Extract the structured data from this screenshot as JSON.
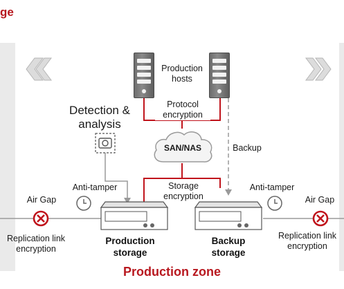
{
  "header": {
    "title_fragment": "ge"
  },
  "zone": {
    "title": "Production zone"
  },
  "nodes": {
    "production_hosts": "Production\nhosts",
    "san_nas": "SAN/NAS",
    "detection": "Detection &\nanalysis",
    "production_storage": "Production\nstorage",
    "backup_storage": "Backup\nstorage"
  },
  "labels": {
    "protocol_encryption": "Protocol\nencryption",
    "storage_encryption": "Storage\nencryption",
    "backup": "Backup",
    "anti_tamper_left": "Anti-tamper",
    "anti_tamper_right": "Anti-tamper",
    "air_gap_left": "Air Gap",
    "air_gap_right": "Air Gap",
    "replication_left": "Replication link\nencryption",
    "replication_right": "Replication link\nencryption"
  },
  "colors": {
    "accent_red": "#b8181f",
    "link_red": "#c0141c",
    "gray_line": "#9a9a9a",
    "panel_gray": "#eaeaea"
  },
  "icons": [
    "chevron-left-icon",
    "chevron-right-icon",
    "server-icon",
    "cloud-icon",
    "camera-icon",
    "clock-icon",
    "air-gap-icon",
    "storage-array-icon"
  ]
}
